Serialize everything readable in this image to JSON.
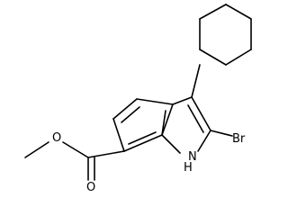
{
  "structure": {
    "atoms": {
      "bromine": "Br",
      "nitrogen_h": "H",
      "nitrogen": "N",
      "carbonyl_oxygen": "O",
      "ester_oxygen": "O"
    }
  },
  "colors": {
    "background": "#ffffff",
    "bond": "#000000",
    "text": "#000000"
  }
}
